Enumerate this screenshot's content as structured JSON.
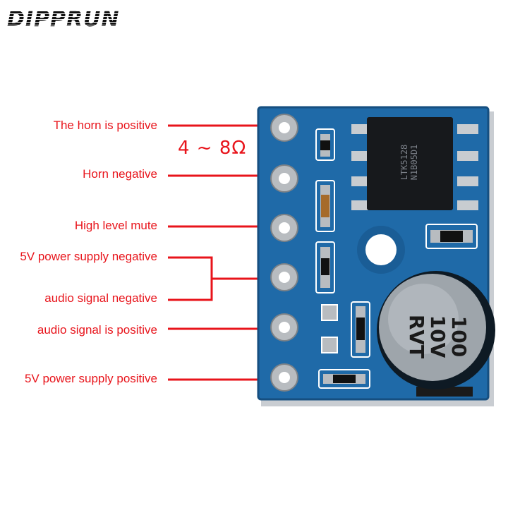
{
  "brand": {
    "logo_text": "DIPPRUN"
  },
  "labels": [
    {
      "id": "horn-positive",
      "text": "The horn is positive"
    },
    {
      "id": "horn-negative",
      "text": "Horn negative"
    },
    {
      "id": "mute",
      "text": "High level mute"
    },
    {
      "id": "power-negative",
      "text": "5V power supply negative"
    },
    {
      "id": "audio-negative",
      "text": "audio signal negative"
    },
    {
      "id": "audio-positive",
      "text": "audio signal is positive"
    },
    {
      "id": "power-positive",
      "text": "5V power supply positive"
    }
  ],
  "impedance": "4 ~ 8Ω",
  "chip": {
    "line1": "LTK5128",
    "line2": "N1B05D1"
  },
  "capacitor": {
    "line1": "100",
    "line2": "10V",
    "line3": "RVT"
  },
  "colors": {
    "accent": "#e8141b",
    "pcb": "#1f6aa8"
  }
}
